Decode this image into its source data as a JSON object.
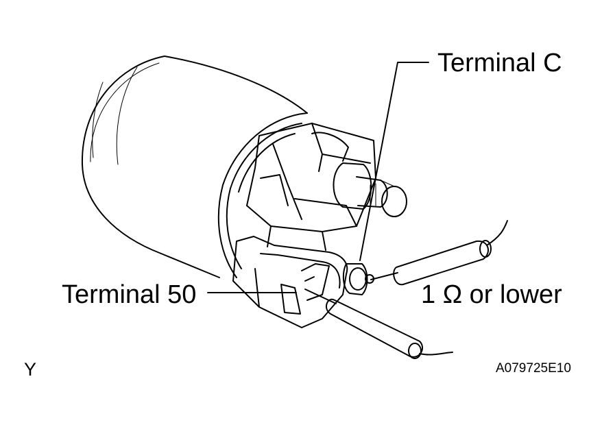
{
  "labels": {
    "terminal_c": "Terminal C",
    "terminal_50": "Terminal 50",
    "resistance": "1 Ω or lower",
    "corner_letter": "Y",
    "figure_code": "A079725E10"
  },
  "colors": {
    "line": "#000000",
    "background": "#ffffff"
  }
}
